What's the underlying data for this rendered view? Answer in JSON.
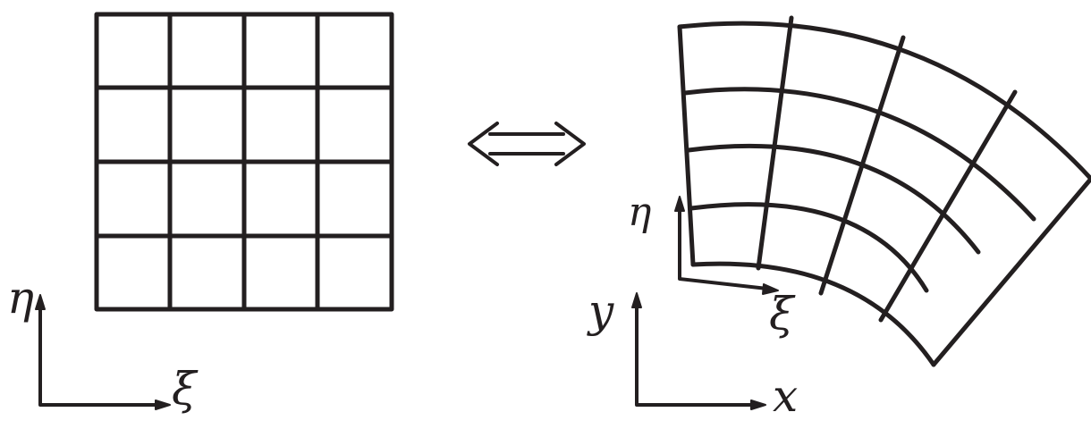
{
  "reference_grid": {
    "axis_horizontal_label": "ξ",
    "axis_vertical_label": "η"
  },
  "mapping_symbol": "⟺",
  "physical_grid": {
    "axis_horizontal_label": "x",
    "axis_vertical_label": "y",
    "local_axis_horizontal_label": "ξ",
    "local_axis_vertical_label": "η"
  },
  "colors": {
    "ink": "#231f20",
    "background": "#ffffff"
  }
}
